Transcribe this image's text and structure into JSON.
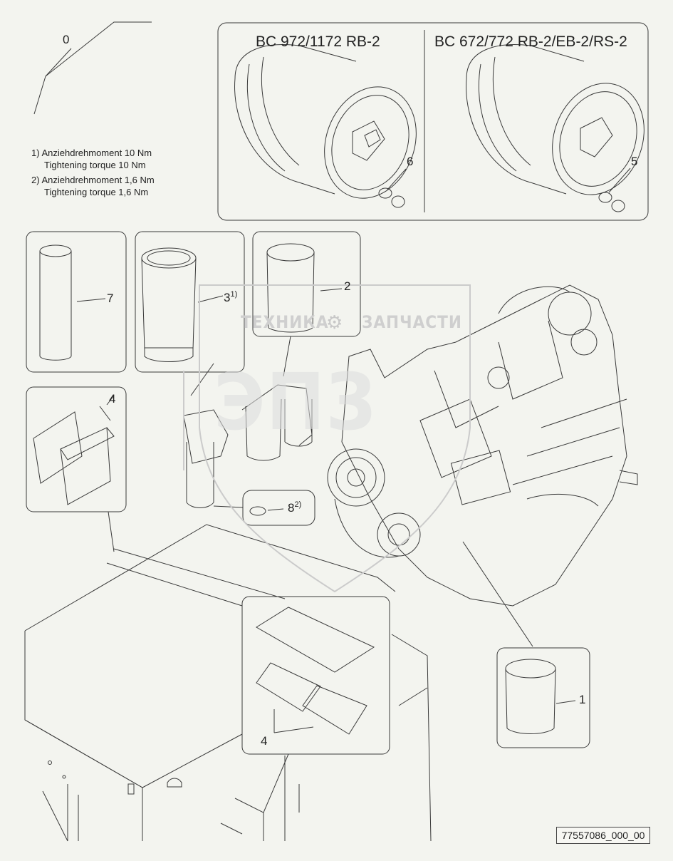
{
  "headers": {
    "left": "BC 972/1172 RB-2",
    "right": "BC 672/772 RB-2/EB-2/RS-2"
  },
  "notes": [
    {
      "num": "1)",
      "line1": "Anziehdrehmoment 10 Nm",
      "line2": "Tightening torque 10 Nm"
    },
    {
      "num": "2)",
      "line1": "Anziehdrehmoment 1,6 Nm",
      "line2": "Tightening torque 1,6 Nm"
    }
  ],
  "callouts": {
    "c0": "0",
    "c1": "1",
    "c2": "2",
    "c3": "3",
    "c3_sup": "1)",
    "c4a": "4",
    "c4b": "4",
    "c5": "5",
    "c6": "6",
    "c7": "7",
    "c8": "8",
    "c8_sup": "2)"
  },
  "watermark": {
    "left": "ТЕХНИКА",
    "right": "ЗАПЧАСТИ",
    "logo": "ЭПЗ"
  },
  "icons": {
    "watermark_gear": "gear-icon"
  },
  "drawing_number": "77557086_000_00",
  "colors": {
    "line": "#333333",
    "background": "#f3f4ef",
    "watermark": "#cfcfcf"
  }
}
